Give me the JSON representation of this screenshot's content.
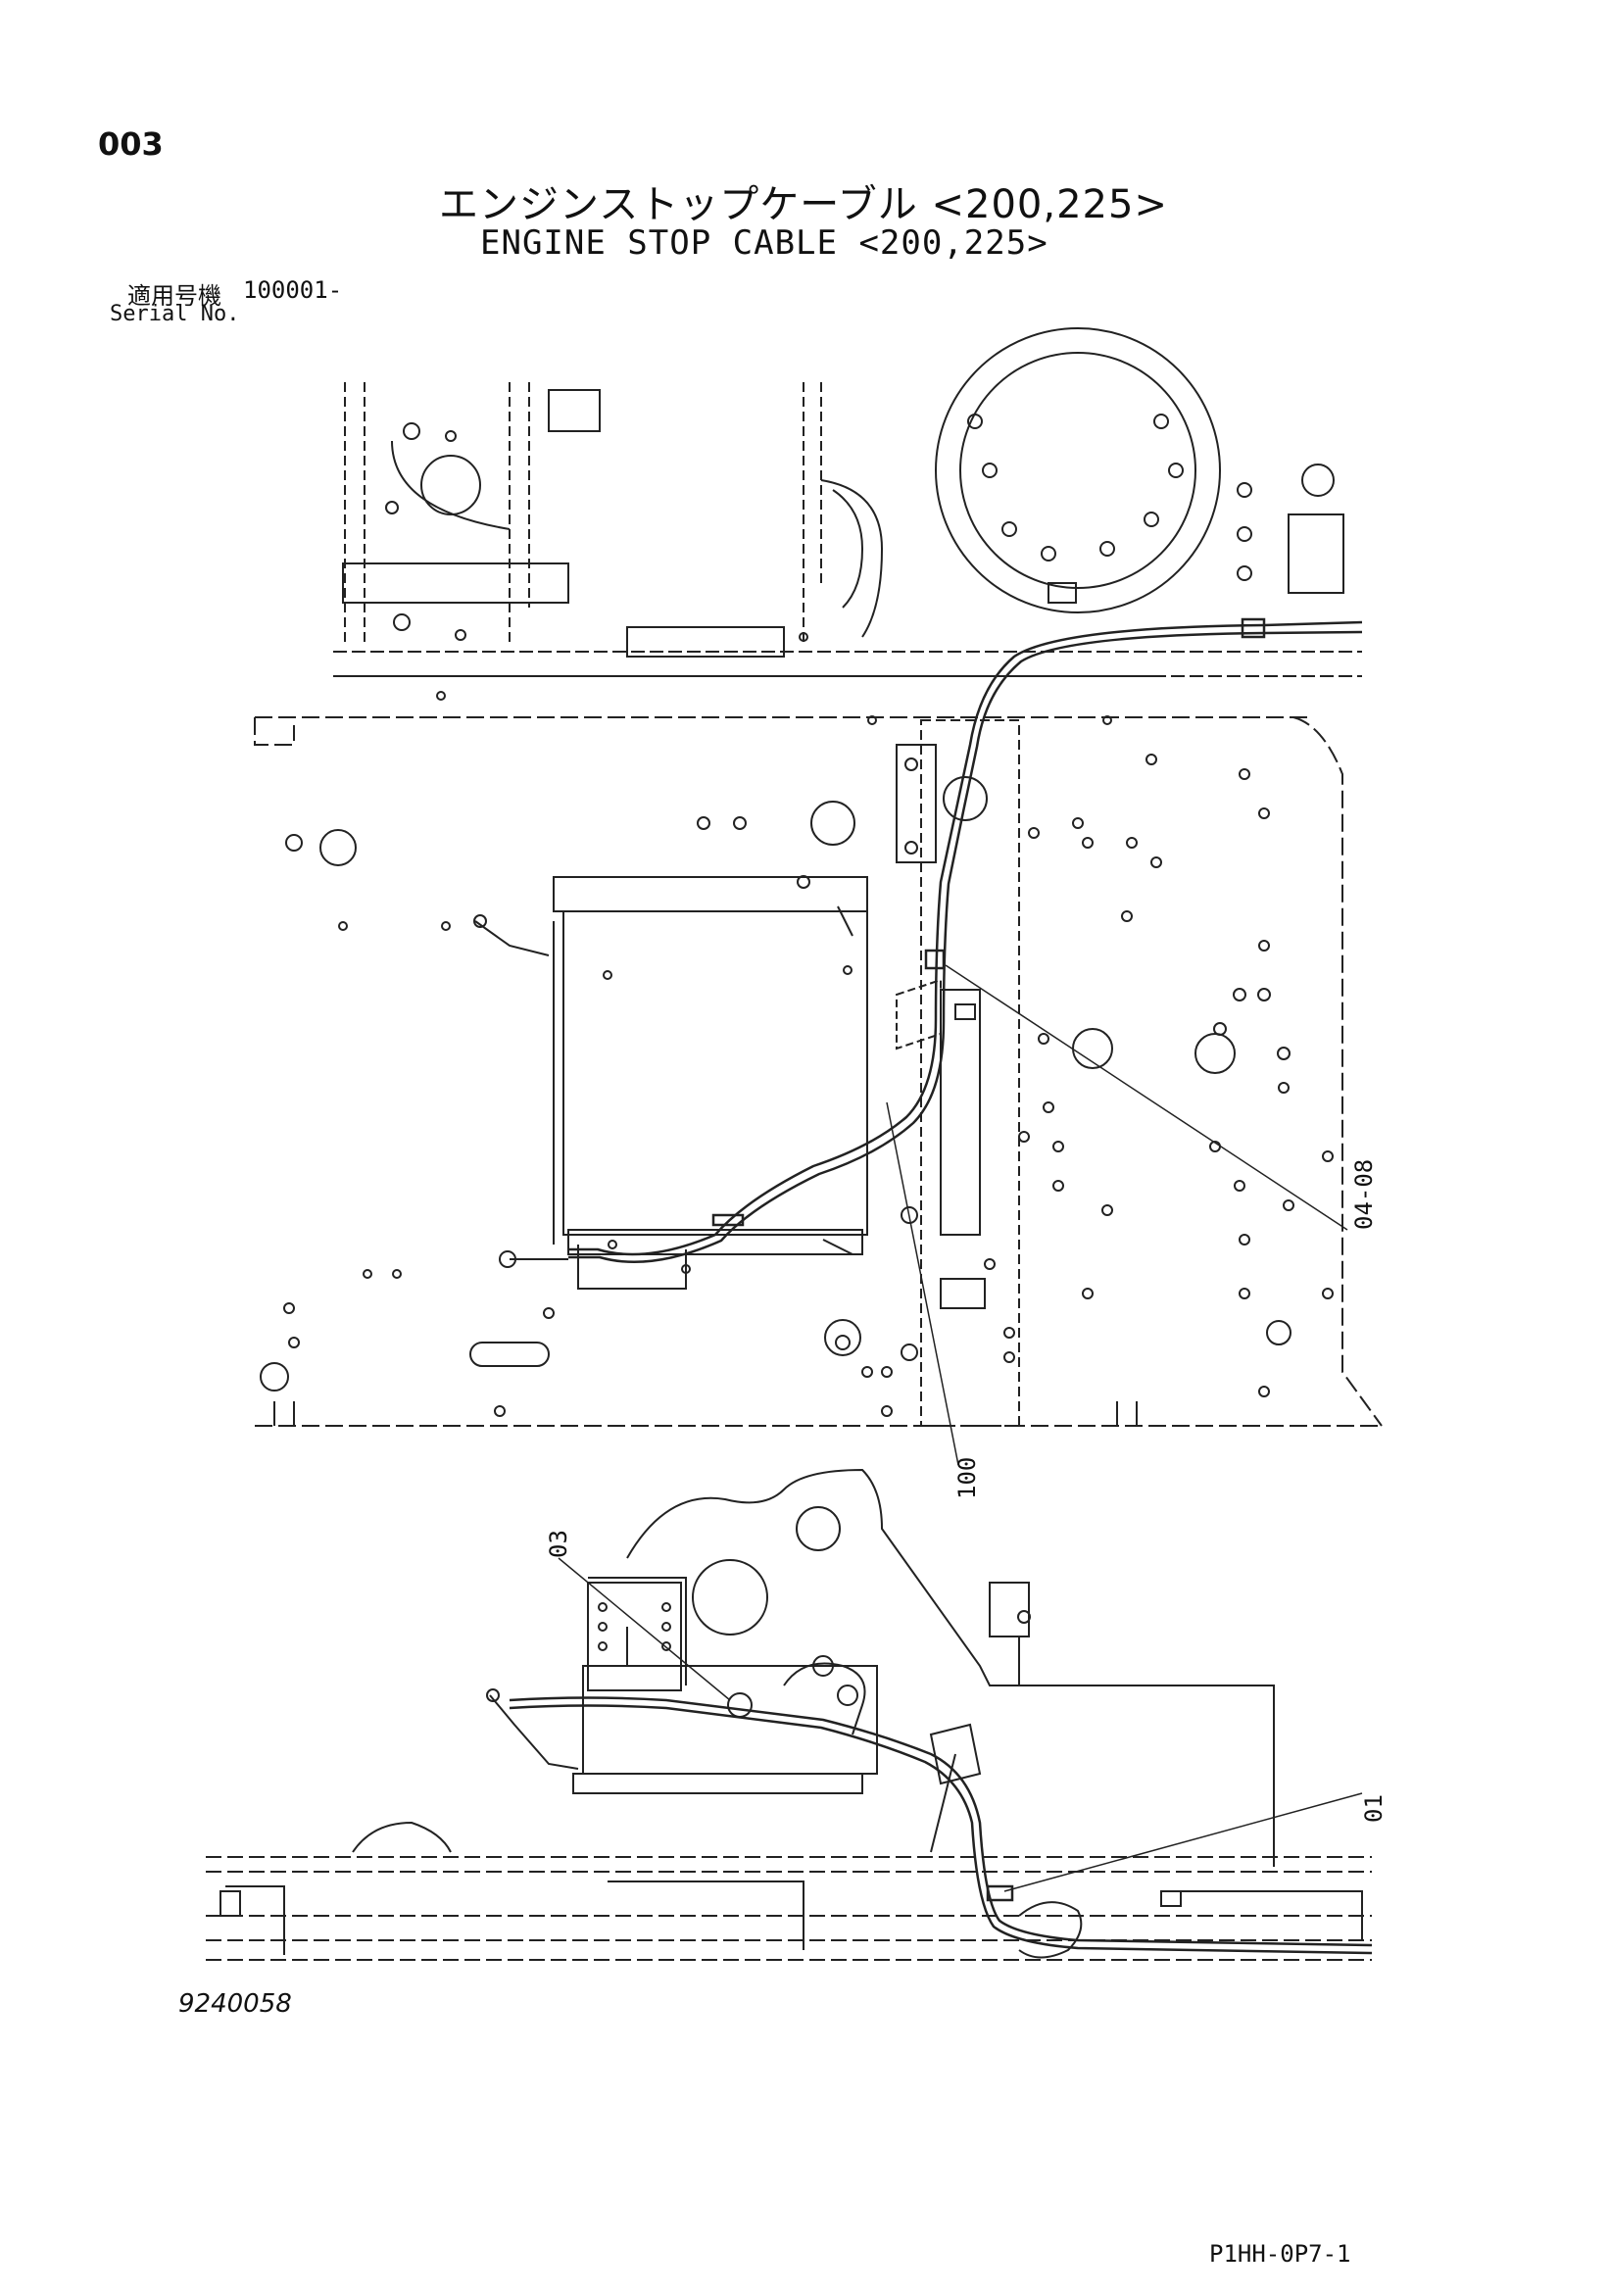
{
  "header": {
    "page_number": "003",
    "title_jp": "エンジンストップケーブル <200,225>",
    "title_en": "ENGINE STOP CABLE <200,225>",
    "serial_label_jp": "適用号機",
    "serial_value": "100001-",
    "serial_label_en": "Serial No."
  },
  "callouts": {
    "c04_08": "04-08",
    "c100": "100",
    "c03": "03",
    "c01": "01"
  },
  "footer": {
    "drawing_number": "9240058",
    "page_code": "P1HH-0P7-1"
  }
}
